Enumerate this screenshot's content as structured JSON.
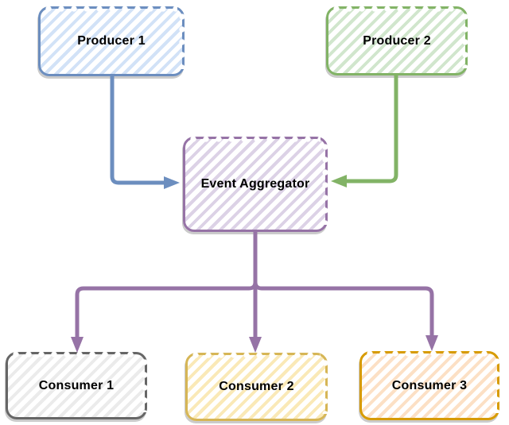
{
  "diagram": {
    "nodes": {
      "producer1": {
        "label": "Producer 1",
        "palette": "blue"
      },
      "producer2": {
        "label": "Producer 2",
        "palette": "green"
      },
      "aggregator": {
        "label": "Event Aggregator",
        "palette": "purple"
      },
      "consumer1": {
        "label": "Consumer 1",
        "palette": "gray"
      },
      "consumer2": {
        "label": "Consumer 2",
        "palette": "yellow"
      },
      "consumer3": {
        "label": "Consumer 3",
        "palette": "orange"
      }
    },
    "edges": [
      {
        "from": "producer1",
        "to": "aggregator",
        "color": "#6c8ebf"
      },
      {
        "from": "producer2",
        "to": "aggregator",
        "color": "#82b366"
      },
      {
        "from": "aggregator",
        "to": "consumer1",
        "color": "#9673a6"
      },
      {
        "from": "aggregator",
        "to": "consumer2",
        "color": "#9673a6"
      },
      {
        "from": "aggregator",
        "to": "consumer3",
        "color": "#9673a6"
      }
    ]
  },
  "colors": {
    "blue_border": "#6c8ebf",
    "blue_fill": "#d2e2f7",
    "green_border": "#82b366",
    "green_fill": "#d1e6cd",
    "purple_border": "#9673a6",
    "purple_fill": "#dcd2e6",
    "gray_border": "#666666",
    "gray_fill": "#ebebeb",
    "yellow_border": "#d6b656",
    "yellow_fill": "#fae9b7",
    "orange_border": "#d79b00",
    "orange_fill": "#fce0c5",
    "label": "#000000"
  }
}
